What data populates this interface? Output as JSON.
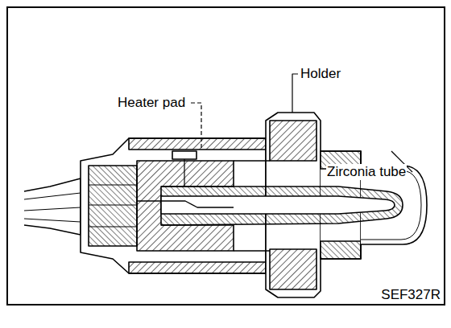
{
  "diagram": {
    "labels": [
      "Heater pad",
      "Holder",
      "Zirconia tube",
      "SEF327R"
    ]
  }
}
